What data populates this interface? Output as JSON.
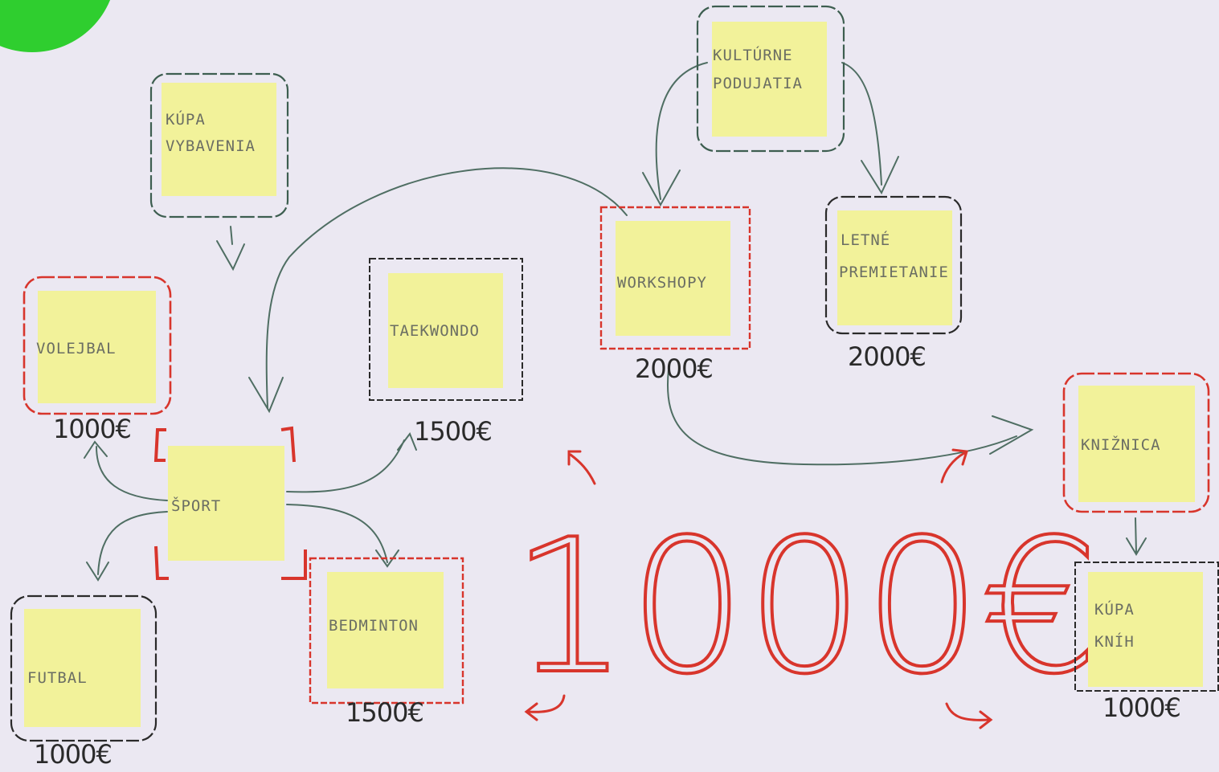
{
  "badge": {
    "color": "#2fce2f"
  },
  "center_note": {
    "label": "ŠPORT"
  },
  "big_amount": {
    "label": "1000€"
  },
  "notes": {
    "kupa_vybavenia": {
      "line1": "KÚPA",
      "line2": "VYBAVENIA"
    },
    "kulturne": {
      "line1": "KULTÚRNE",
      "line2": "PODUJATIA"
    },
    "letne": {
      "line1": "LETNÉ",
      "line2": "PREMIETANIE"
    },
    "volejbal": {
      "label": "VOLEJBAL"
    },
    "taekwondo": {
      "label": "TAEKWONDO"
    },
    "workshopy": {
      "label": "WORKSHOPY"
    },
    "kniznica": {
      "label": "KNIŽNICA"
    },
    "futbal": {
      "label": "FUTBAL"
    },
    "bedminton": {
      "label": "BEDMINTON"
    },
    "kupa_knih": {
      "line1": "KÚPA",
      "line2": "KNÍH"
    }
  },
  "prices": {
    "volejbal": "1000€",
    "taekwondo": "1500€",
    "workshopy": "2000€",
    "letne": "2000€",
    "bedminton": "1500€",
    "futbal": "1000€",
    "kupa_knih": "1000€"
  },
  "colors": {
    "note": "#f2f29a",
    "red_marker": "#d8352c",
    "green_marker": "#3d5e50",
    "black_marker": "#2a2a2a",
    "paper": "#ebe8f2"
  }
}
